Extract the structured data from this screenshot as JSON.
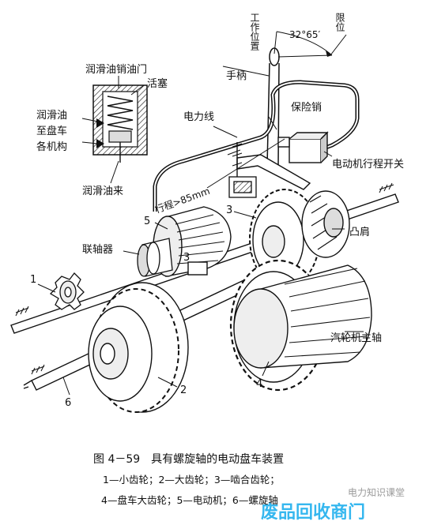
{
  "labels": {
    "lube_valve": "润滑油销油门",
    "piston": "活塞",
    "lube_to_turning_line1": "润滑油",
    "lube_to_turning_line2": "至盘车",
    "lube_to_turning_line3": "各机构",
    "lube_in": "润滑油来",
    "working_position_v": "工作位置",
    "limit_v": "限位",
    "angle": "32°65′",
    "handle": "手柄",
    "power_line": "电力线",
    "safety_pin": "保险销",
    "motor_limit_switch": "电动机行程开关",
    "stroke": "行程>85mm",
    "cam_shoulder": "凸肩",
    "coupling": "联轴器",
    "turbine_main_shaft": "汽轮机主轴"
  },
  "numbers": {
    "n1": "1",
    "n2": "2",
    "n3": "3",
    "n3b": "3",
    "n4": "4",
    "n5": "5",
    "n6": "6"
  },
  "caption": {
    "title": "图 4－59　具有螺旋轴的电动盘车装置",
    "legend_line1": "1—小齿轮；2—大齿轮；3—啮合齿轮；",
    "legend_line2": "4—盘车大齿轮；5—电动机；6—螺旋轴"
  },
  "watermark": {
    "small": "电力知识课堂",
    "brand": "废品回收商门"
  }
}
